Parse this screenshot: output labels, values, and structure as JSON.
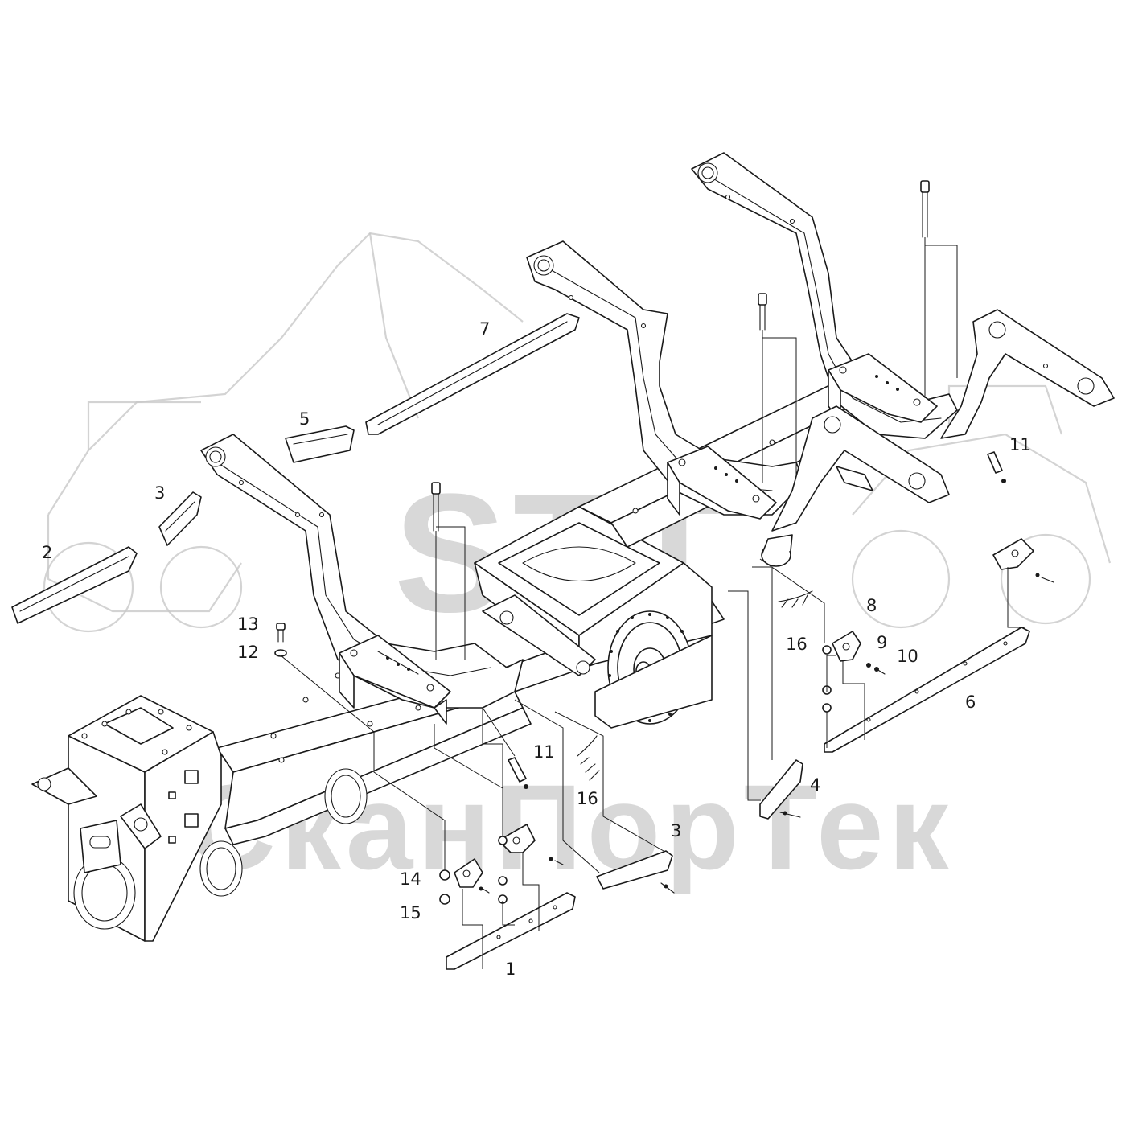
{
  "watermark": {
    "logo_text": "STT",
    "brand_text": "СканПорТек",
    "color": "#b9b9b9"
  },
  "diagram": {
    "line_color": "#1a1a1a",
    "background": "#ffffff"
  },
  "callouts": [
    {
      "id": "c1",
      "label": "1"
    },
    {
      "id": "c2",
      "label": "2"
    },
    {
      "id": "c3a",
      "label": "3"
    },
    {
      "id": "c3b",
      "label": "3"
    },
    {
      "id": "c4",
      "label": "4"
    },
    {
      "id": "c5",
      "label": "5"
    },
    {
      "id": "c6",
      "label": "6"
    },
    {
      "id": "c7",
      "label": "7"
    },
    {
      "id": "c8",
      "label": "8"
    },
    {
      "id": "c9",
      "label": "9"
    },
    {
      "id": "c10",
      "label": "10"
    },
    {
      "id": "c11a",
      "label": "11"
    },
    {
      "id": "c11b",
      "label": "11"
    },
    {
      "id": "c12",
      "label": "12"
    },
    {
      "id": "c13",
      "label": "13"
    },
    {
      "id": "c14",
      "label": "14"
    },
    {
      "id": "c15",
      "label": "15"
    },
    {
      "id": "c16a",
      "label": "16"
    },
    {
      "id": "c16b",
      "label": "16"
    }
  ]
}
